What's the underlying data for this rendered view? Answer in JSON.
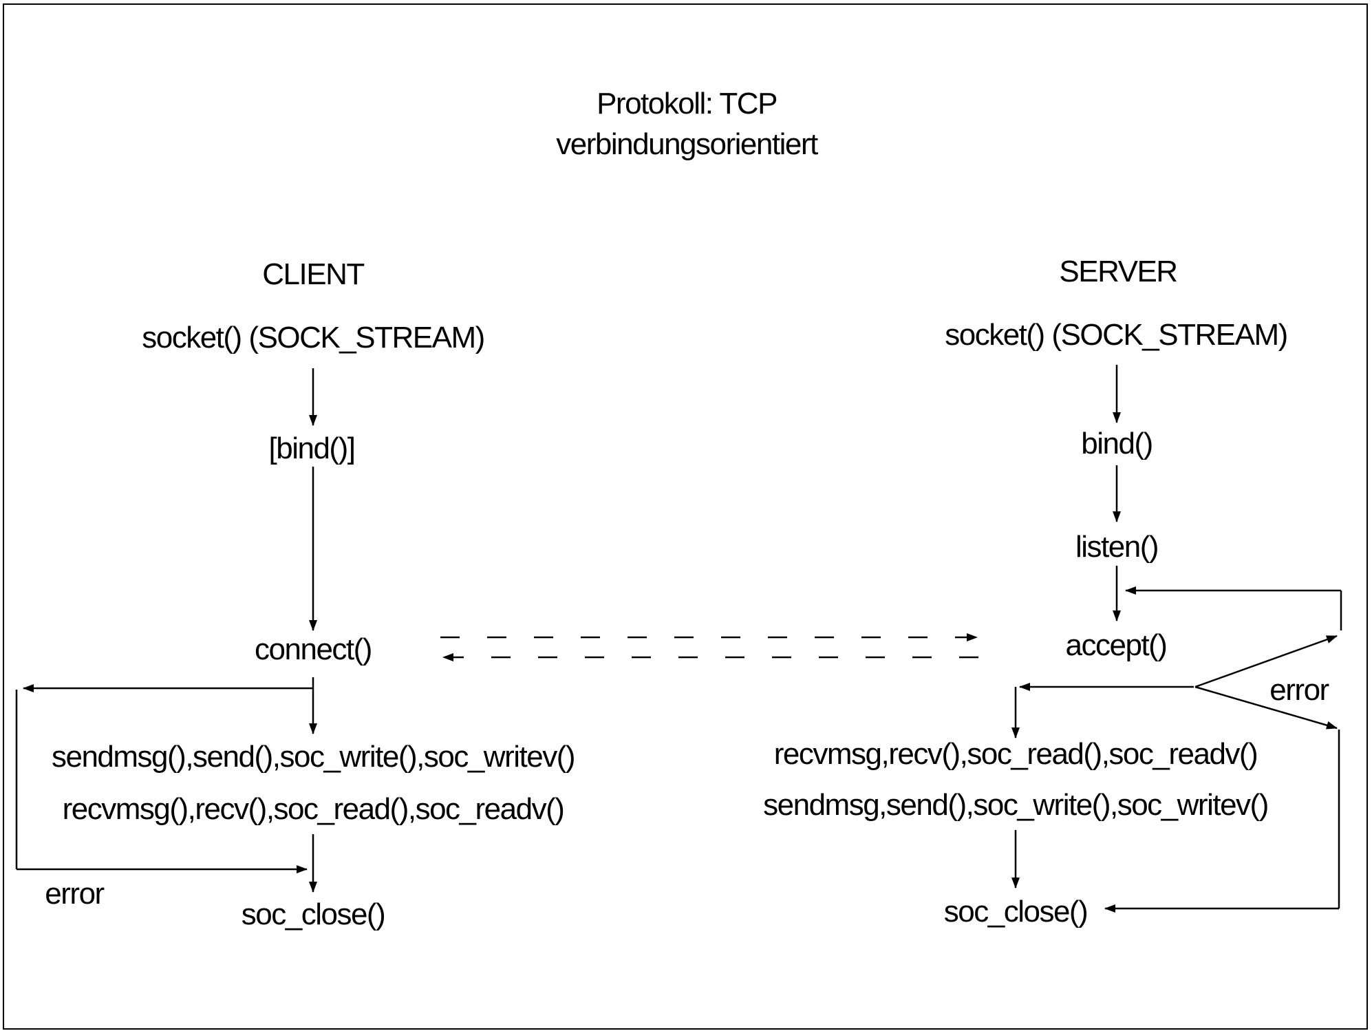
{
  "title": {
    "line1": "Protokoll: TCP",
    "line2": "verbindungsorientiert"
  },
  "client": {
    "heading": "CLIENT",
    "socket": "socket() (SOCK_STREAM)",
    "bind": "[bind()]",
    "connect": "connect()",
    "send": "sendmsg(),send(),soc_write(),soc_writev()",
    "recv": "recvmsg(),recv(),soc_read(),soc_readv()",
    "close": "soc_close()",
    "error": "error"
  },
  "server": {
    "heading": "SERVER",
    "socket": "socket() (SOCK_STREAM)",
    "bind": "bind()",
    "listen": "listen()",
    "accept": "accept()",
    "error": "error",
    "recv": "recvmsg,recv(),soc_read(),soc_readv()",
    "send": "sendmsg,send(),soc_write(),soc_writev()",
    "close": "soc_close()"
  }
}
